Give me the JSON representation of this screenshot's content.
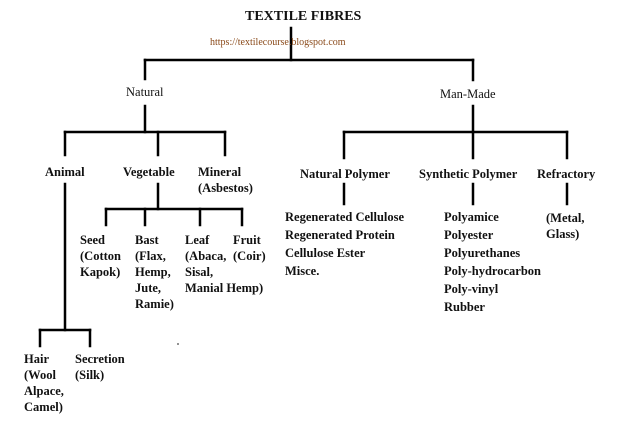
{
  "title": "TEXTILE FIBRES",
  "source_url": "https://textilecourse.blogspot.com",
  "colors": {
    "url": "#8a4a1a",
    "lines": "#000000"
  },
  "natural": {
    "label": "Natural",
    "animal": "Animal",
    "vegetable": "Vegetable",
    "mineral": "Mineral\n(Asbestos)",
    "animal_children": {
      "hair": "Hair\n(Wool\nAlpace,\nCamel)",
      "secretion": "Secretion\n(Silk)"
    },
    "vegetable_children": {
      "seed": "Seed\n(Cotton\nKapok)",
      "bast": "Bast\n(Flax,\nHemp,\nJute,\nRamie)",
      "leaf": "Leaf\n(Abaca,\nSisal,\nManial Hemp)",
      "fruit": "Fruit\n(Coir)"
    }
  },
  "man_made": {
    "label": "Man-Made",
    "natural_polymer": "Natural Polymer",
    "synthetic_polymer": "Synthetic Polymer",
    "refractory": "Refractory",
    "natural_polymer_items": "Regenerated Cellulose\nRegenerated Protein\nCellulose Ester\nMisce.",
    "synthetic_polymer_items": "Polyamice\nPolyester\nPolyurethanes\nPoly-hydrocarbon\nPoly-vinyl\nRubber",
    "refractory_items": "(Metal,\nGlass)"
  }
}
